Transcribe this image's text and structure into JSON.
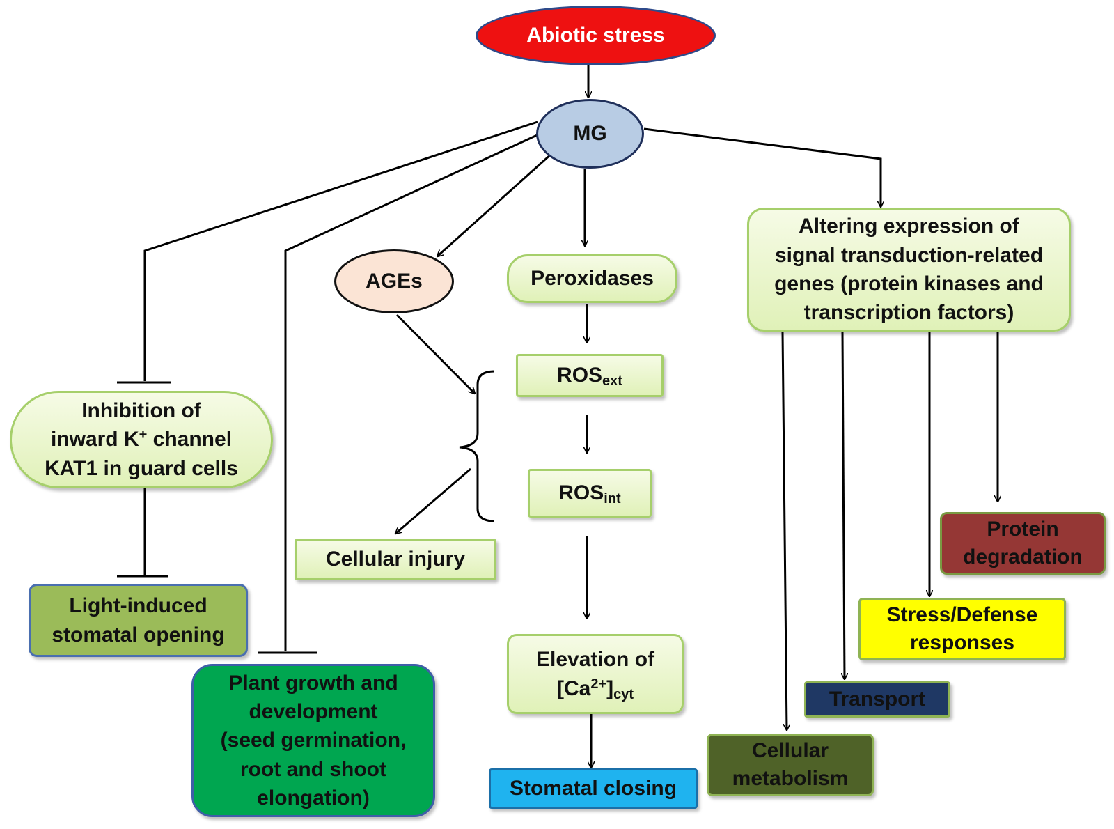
{
  "nodes": {
    "abiotic_stress": "Abiotic stress",
    "mg": "MG",
    "ages": "AGEs",
    "peroxidases": "Peroxidases",
    "ros_ext": {
      "base": "ROS",
      "sub": "ext"
    },
    "ros_int": {
      "base": "ROS",
      "sub": "int"
    },
    "cellular_injury": "Cellular injury",
    "elevation": {
      "line1": "Elevation of",
      "open": "[Ca",
      "sup": "2+",
      "close": "]",
      "sub": "cyt"
    },
    "stomatal_closing": "Stomatal closing",
    "altering": {
      "line1": "Altering expression of",
      "line2": "signal transduction-related",
      "line3": "genes (protein kinases and",
      "line4": "transcription factors)"
    },
    "inhibition": {
      "line1": "Inhibition of",
      "line2_pre": "inward K",
      "line2_sup": "+",
      "line2_post": " channel",
      "line3": "KAT1 in guard cells"
    },
    "light_induced": {
      "line1": "Light-induced",
      "line2": "stomatal opening"
    },
    "plant_growth": {
      "line1": "Plant growth and",
      "line2": "development",
      "line3": "(seed germination,",
      "line4": "root and shoot",
      "line5": "elongation)"
    },
    "protein_degradation": {
      "line1": "Protein",
      "line2": "degradation"
    },
    "stress_defense": {
      "line1": "Stress/Defense",
      "line2": "responses"
    },
    "transport": "Transport",
    "cellular_metabolism": {
      "line1": "Cellular",
      "line2": "metabolism"
    }
  },
  "colors": {
    "abiotic_stress": "#ee1111",
    "mg": "#b8cce4",
    "ages": "#fbe4d5",
    "light_green_box": "#e6f3c6",
    "light_induced": "#9bbb59",
    "plant_growth": "#00a650",
    "stomatal_closing": "#1fb3ef",
    "protein_degradation": "#953735",
    "stress_defense": "#ffff00",
    "transport": "#1f3864",
    "cellular_metabolism": "#4f6228"
  }
}
